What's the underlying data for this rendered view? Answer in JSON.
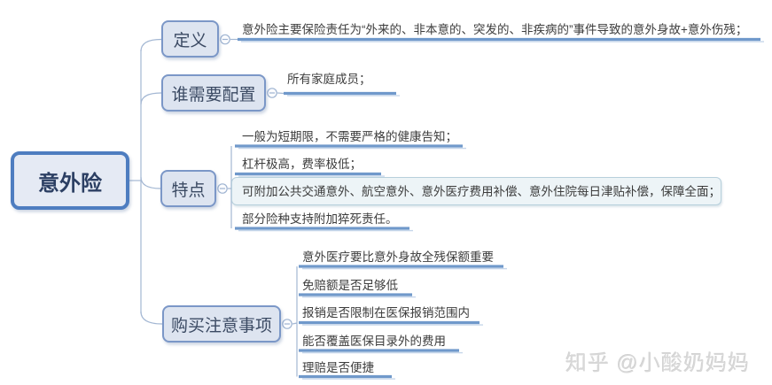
{
  "root": {
    "label": "意外险"
  },
  "branches": [
    {
      "label": "定义",
      "leaves": [
        {
          "text": "意外险主要保险责任为“外来的、非本意的、突发的、非疾病的”事件导致的意外身故+意外伤残；"
        }
      ]
    },
    {
      "label": "谁需要配置",
      "leaves": [
        {
          "text": "所有家庭成员；"
        }
      ]
    },
    {
      "label": "特点",
      "leaves": [
        {
          "text": "一般为短期限，不需要严格的健康告知；"
        },
        {
          "text": "杠杆极高，费率极低；"
        },
        {
          "text": "可附加公共交通意外、航空意外、意外医疗费用补偿、意外住院每日津贴补偿，保障全面；",
          "highlighted": true
        },
        {
          "text": "部分险种支持附加猝死责任。"
        }
      ]
    },
    {
      "label": "购买注意事项",
      "leaves": [
        {
          "text": "意外医疗要比意外身故全残保额重要"
        },
        {
          "text": "免赔额是否足够低"
        },
        {
          "text": "报销是否限制在医保报销范围内"
        },
        {
          "text": "能否覆盖医保目录外的费用"
        },
        {
          "text": "理赔是否便捷"
        }
      ]
    }
  ],
  "watermark": "知乎 @小酸奶妈妈",
  "icons": {
    "collapse": "minus-circle"
  },
  "colors": {
    "root_border": "#4e7dc0",
    "node_border": "#7b97c7",
    "node_fill": "#dde4f0",
    "underline": "#7099cb",
    "connector": "#a3b7d3",
    "highlight_fill": "#edf4f7",
    "highlight_border": "#b7d0dc",
    "leaf_text": "#3c3c3c",
    "watermark_text": "#d8d8d8"
  }
}
